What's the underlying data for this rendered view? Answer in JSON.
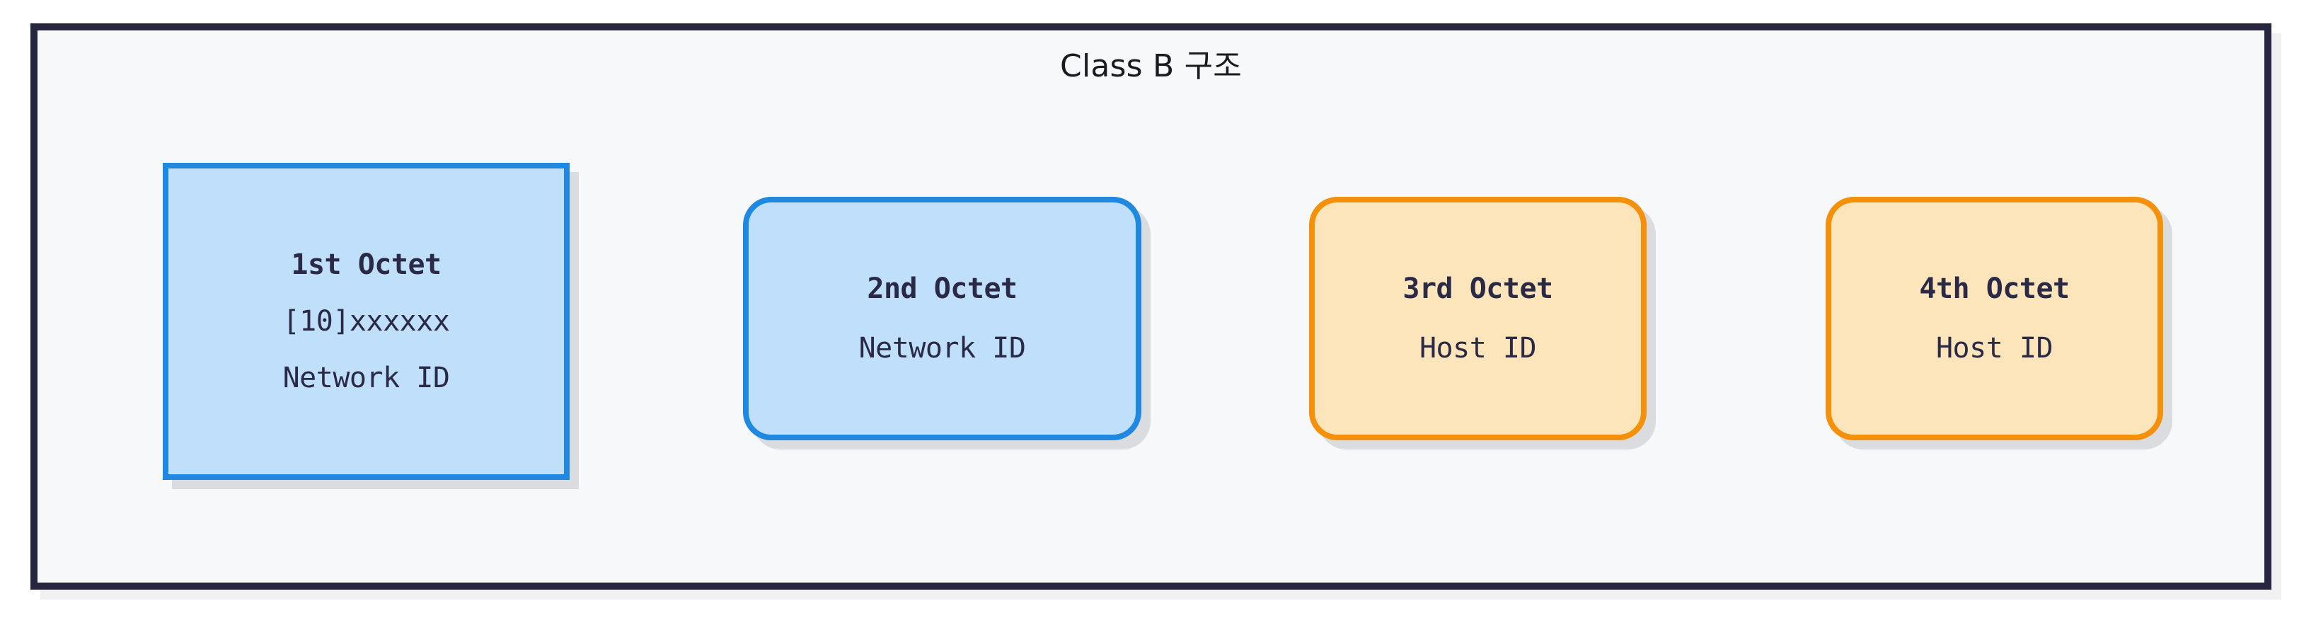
{
  "diagram": {
    "title": "Class B 구조",
    "frame": {
      "background_color": "#f7f8fa",
      "border_color": "#262640"
    },
    "palette": {
      "network_fill": "#bfdffb",
      "network_border": "#1f88e0",
      "host_fill": "#fde5bb",
      "host_border": "#f5900a",
      "text_color": "#2a2a47",
      "title_color": "#1b1b1f"
    },
    "boxes": [
      {
        "id": "octet-1",
        "title": "1st Octet",
        "line2": "[10]xxxxxx",
        "line3": "Network ID",
        "role": "network",
        "shape": "rect"
      },
      {
        "id": "octet-2",
        "title": "2nd Octet",
        "line2": "Network ID",
        "role": "network",
        "shape": "rounded"
      },
      {
        "id": "octet-3",
        "title": "3rd Octet",
        "line2": "Host ID",
        "role": "host",
        "shape": "rounded"
      },
      {
        "id": "octet-4",
        "title": "4th Octet",
        "line2": "Host ID",
        "role": "host",
        "shape": "rounded"
      }
    ]
  }
}
